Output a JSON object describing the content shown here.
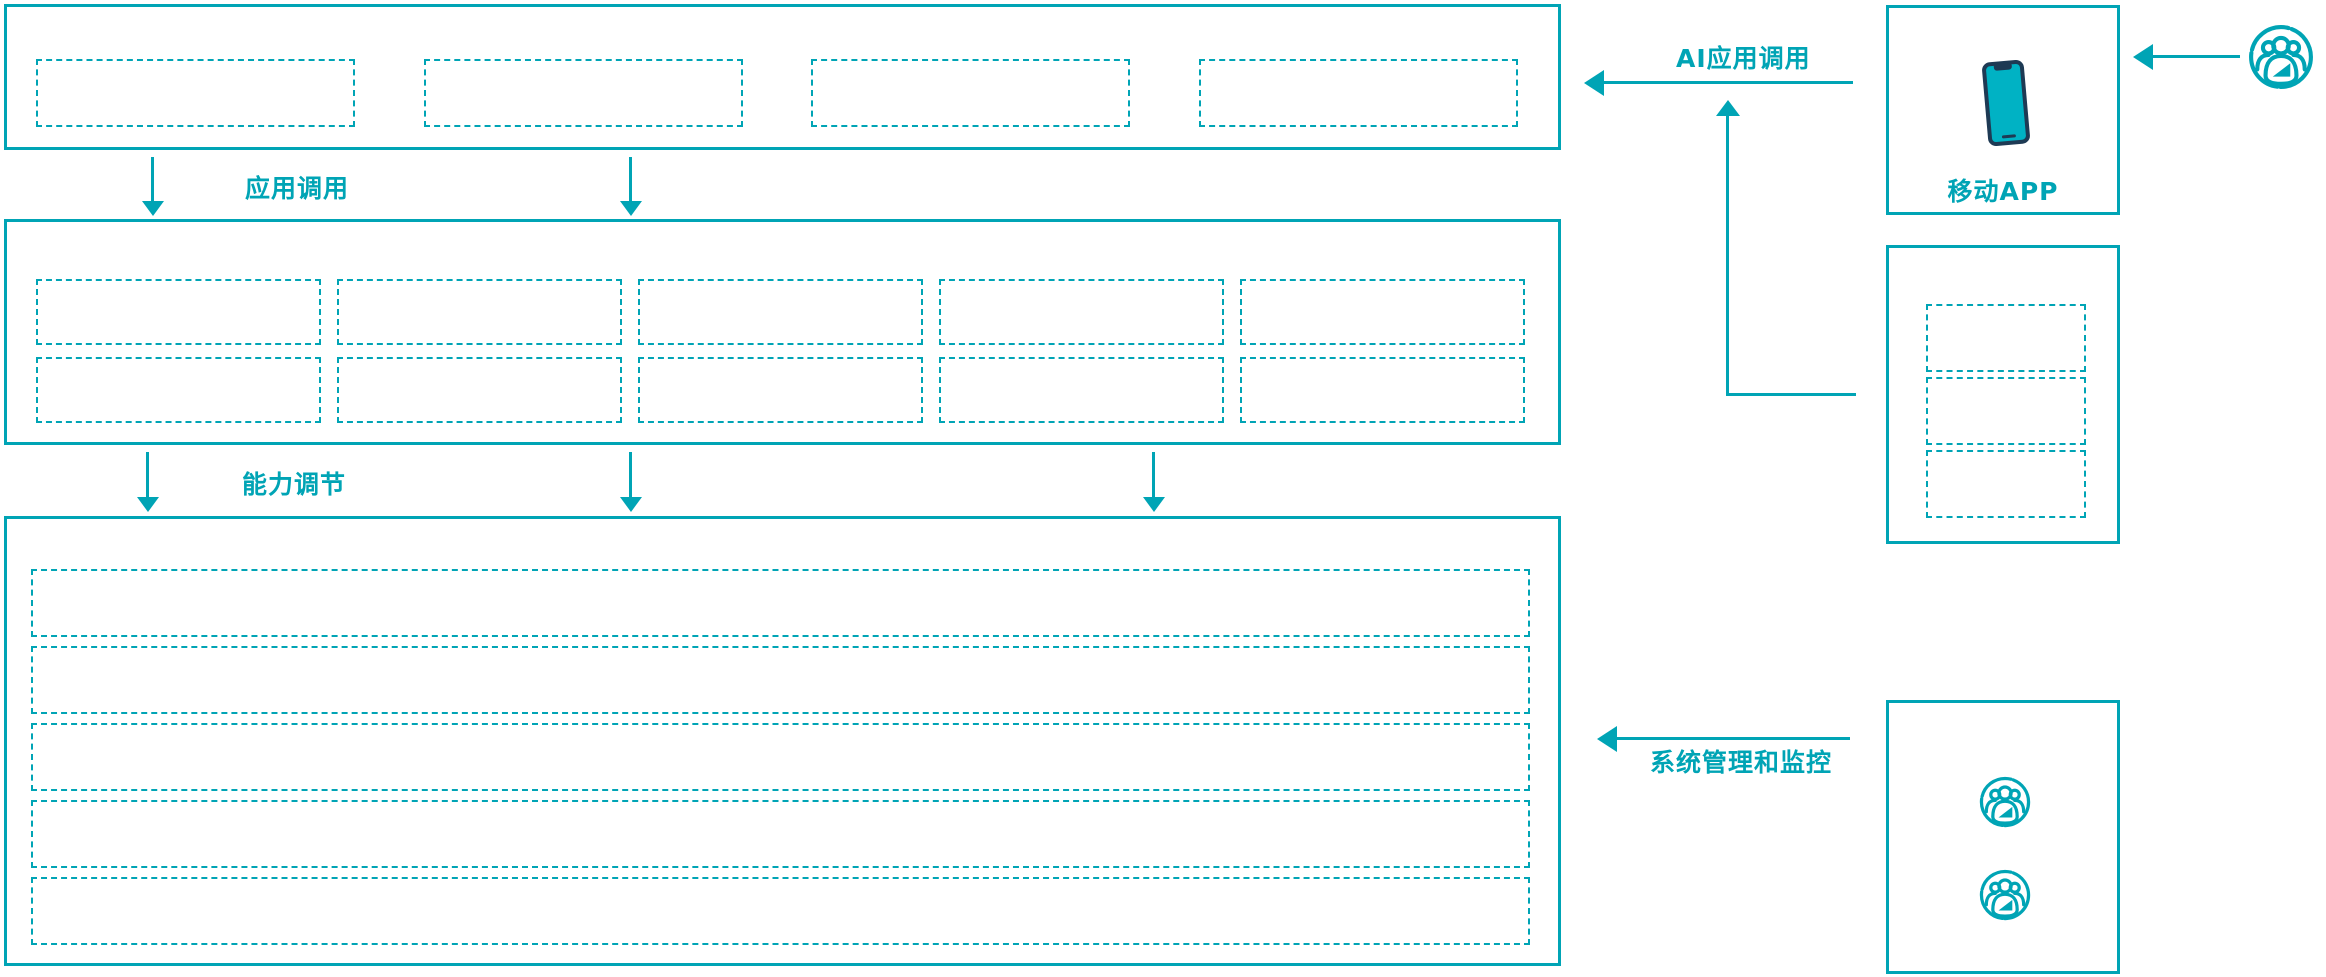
{
  "diagram": {
    "colors": {
      "accent": "#00A4B5",
      "phone_body": "#1E3A54",
      "phone_screen": "#00B2C4"
    },
    "flow_labels": {
      "app_call": "应用调用",
      "capability_adjust": "能力调节",
      "ai_app_call": "AI应用调用",
      "system_monitor": "系统管理和监控"
    },
    "app_layer": {
      "placeholder_count": 4
    },
    "capability_layer": {
      "placeholder_count": 10
    },
    "platform_layer": {
      "row_count": 5
    },
    "mobile_panel": {
      "caption": "移动APP"
    },
    "gateway_panel": {
      "placeholder_count": 3
    },
    "admin_panel": {
      "user_count": 2
    },
    "icons": {
      "phone": "smartphone-icon",
      "user_group": "user-group-icon"
    }
  }
}
